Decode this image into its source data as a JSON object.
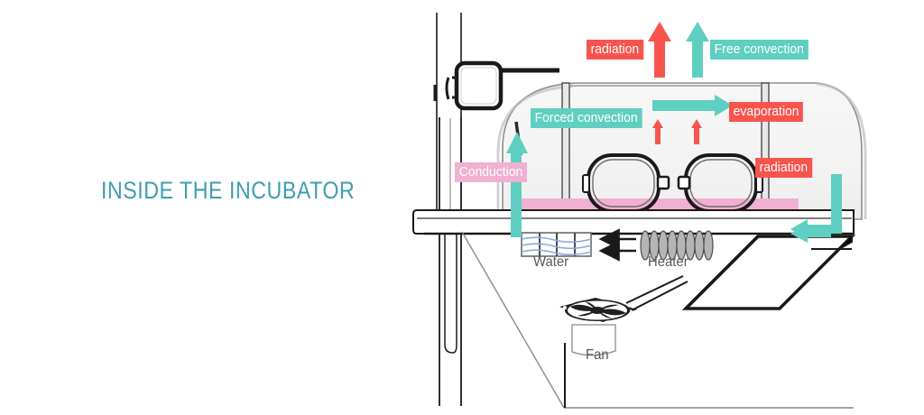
{
  "page": {
    "background_color": "#ffffff",
    "title": "INSIDE THE INCUBATOR",
    "title_color": "#3d9eb0"
  },
  "palette": {
    "red": "#f8544e",
    "teal": "#5ecfc0",
    "pink": "#f0b0d2",
    "outline": "#1a1a1a",
    "glass": "#f3f3f3",
    "caption_gray": "#58595b",
    "water_blue": "#8fa8dd"
  },
  "flow_labels": [
    {
      "id": "radiation-top",
      "text": "radiation",
      "style": "red",
      "arrow": "up",
      "arrow_color": "#f8544e"
    },
    {
      "id": "free-convection",
      "text": "Free convection",
      "style": "teal",
      "arrow": "up",
      "arrow_color": "#5ecfc0"
    },
    {
      "id": "forced-convection",
      "text": "Forced convection",
      "style": "teal",
      "arrow": "up-right",
      "arrow_color": "#5ecfc0"
    },
    {
      "id": "evaporation",
      "text": "evaporation",
      "style": "red",
      "arrow": "up",
      "arrow_color": "#f8544e"
    },
    {
      "id": "conduction",
      "text": "Conduction",
      "style": "pink",
      "arrow": "up",
      "arrow_color": "#5ecfc0"
    },
    {
      "id": "radiation-right",
      "text": "radiation",
      "style": "red",
      "arrow": "down-left",
      "arrow_color": "#5ecfc0"
    }
  ],
  "components": [
    {
      "id": "water",
      "label": "Water"
    },
    {
      "id": "heater",
      "label": "Heater"
    },
    {
      "id": "fan",
      "label": "Fan"
    }
  ]
}
